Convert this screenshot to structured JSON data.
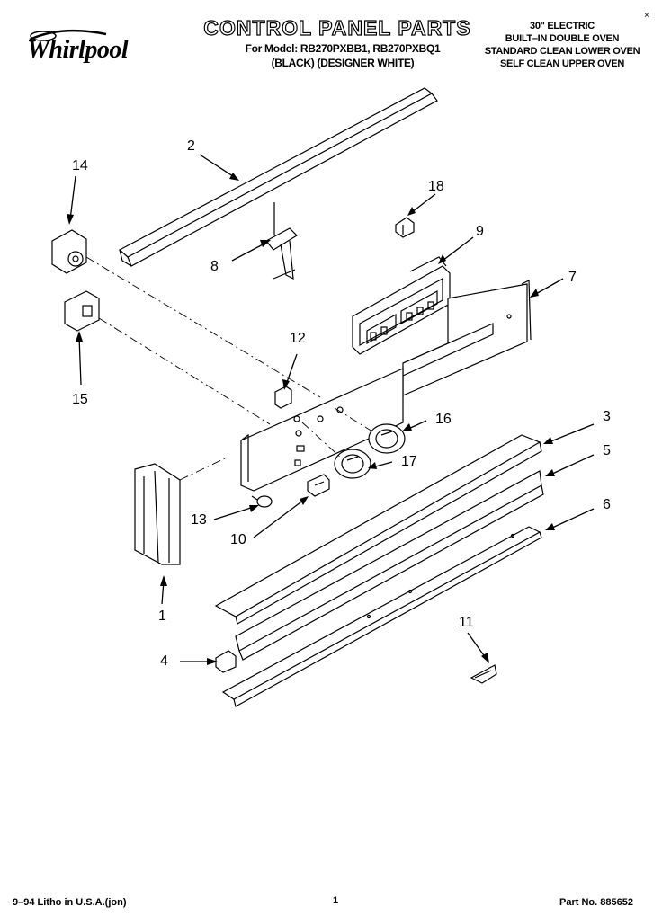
{
  "header": {
    "brand": "Whirlpool",
    "title": "CONTROL PANEL PARTS",
    "model_line": "For Model: RB270PXBB1, RB270PXBQ1",
    "color_line": "(BLACK) (DESIGNER WHITE)",
    "description": [
      "30\" ELECTRIC",
      "BUILT–IN DOUBLE OVEN",
      "STANDARD CLEAN LOWER OVEN",
      "SELF CLEAN UPPER OVEN"
    ],
    "corner_mark": "×"
  },
  "callouts": [
    "1",
    "2",
    "3",
    "4",
    "5",
    "6",
    "7",
    "8",
    "9",
    "10",
    "11",
    "12",
    "13",
    "14",
    "15",
    "16",
    "17",
    "18"
  ],
  "footer": {
    "litho": "9–94 Litho in U.S.A.(jon)",
    "page": "1",
    "part_no": "Part No. 885652"
  }
}
